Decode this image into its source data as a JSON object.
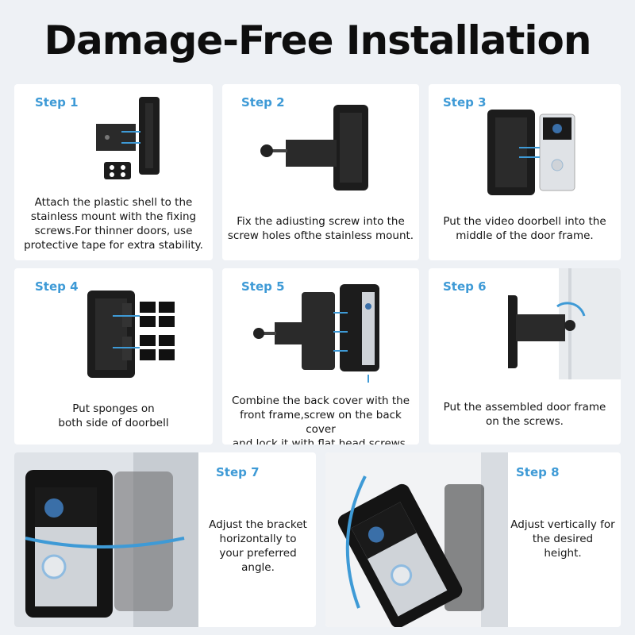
{
  "title": "Damage-Free Installation",
  "colors": {
    "accent": "#3e9ad6",
    "background": "#eef1f5",
    "card": "#ffffff",
    "device": "#1c1c1c"
  },
  "steps": [
    {
      "label": "Step 1",
      "text": "Attach the plastic shell to the\nstainless mount with the fixing\nscrews.For thinner doors, use\nprotective tape for extra stability."
    },
    {
      "label": "Step 2",
      "text": "Fix the adiusting screw into the\nscrew holes ofthe stainless mount."
    },
    {
      "label": "Step 3",
      "text": "Put the video doorbell into the\nmiddle of the door frame."
    },
    {
      "label": "Step 4",
      "text": "Put sponges on\nboth side of doorbell"
    },
    {
      "label": "Step 5",
      "text": "Combine the back cover with the\nfront frame,screw on the back cover\nand lock it with flat head screws."
    },
    {
      "label": "Step 6",
      "text": "Put the assembled door frame\non the screws."
    },
    {
      "label": "Step 7",
      "text": "Adjust the bracket\nhorizontally to\nyour preferred\nangle."
    },
    {
      "label": "Step 8",
      "text": "Adjust vertically for\nthe desired\nheight."
    }
  ]
}
